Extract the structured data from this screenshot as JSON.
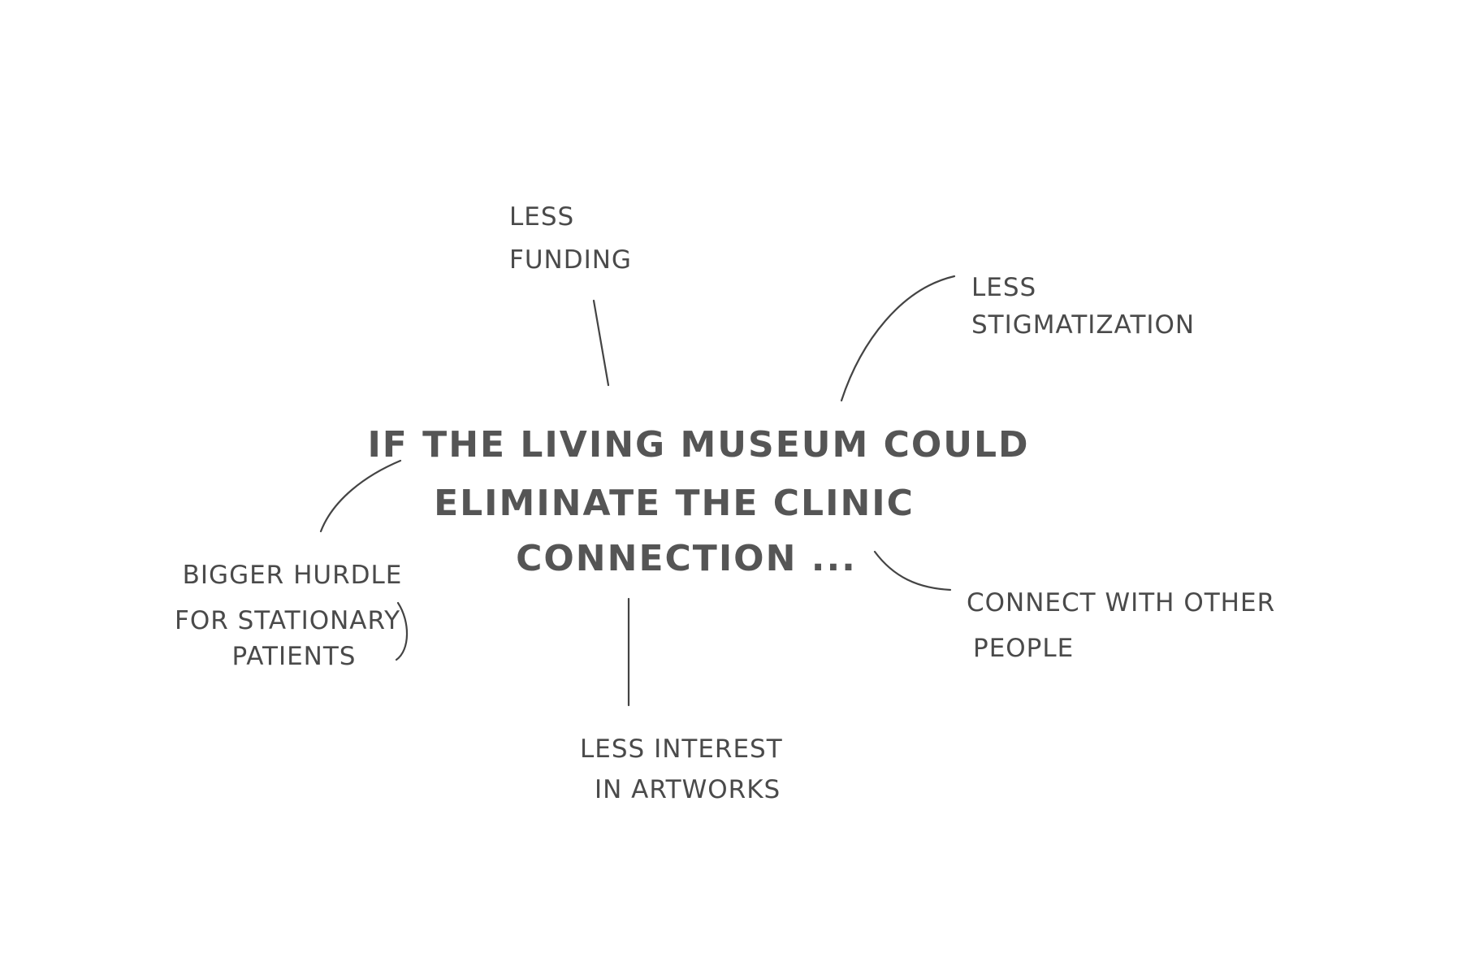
{
  "center": {
    "lines": [
      "If the Living Museum could",
      "eliminate the clinic",
      "connection ..."
    ]
  },
  "branches": {
    "funding": [
      "Less",
      "Funding"
    ],
    "stigmatization": [
      "Less",
      "Stigmatization"
    ],
    "connect": [
      "Connect with other",
      "people"
    ],
    "interest": [
      "Less interest",
      "in artworks"
    ],
    "hurdle": [
      "Bigger hurdle",
      "for stationary",
      "patients"
    ]
  },
  "colors": {
    "ink": "#4a4a4a",
    "background": "#ffffff"
  }
}
